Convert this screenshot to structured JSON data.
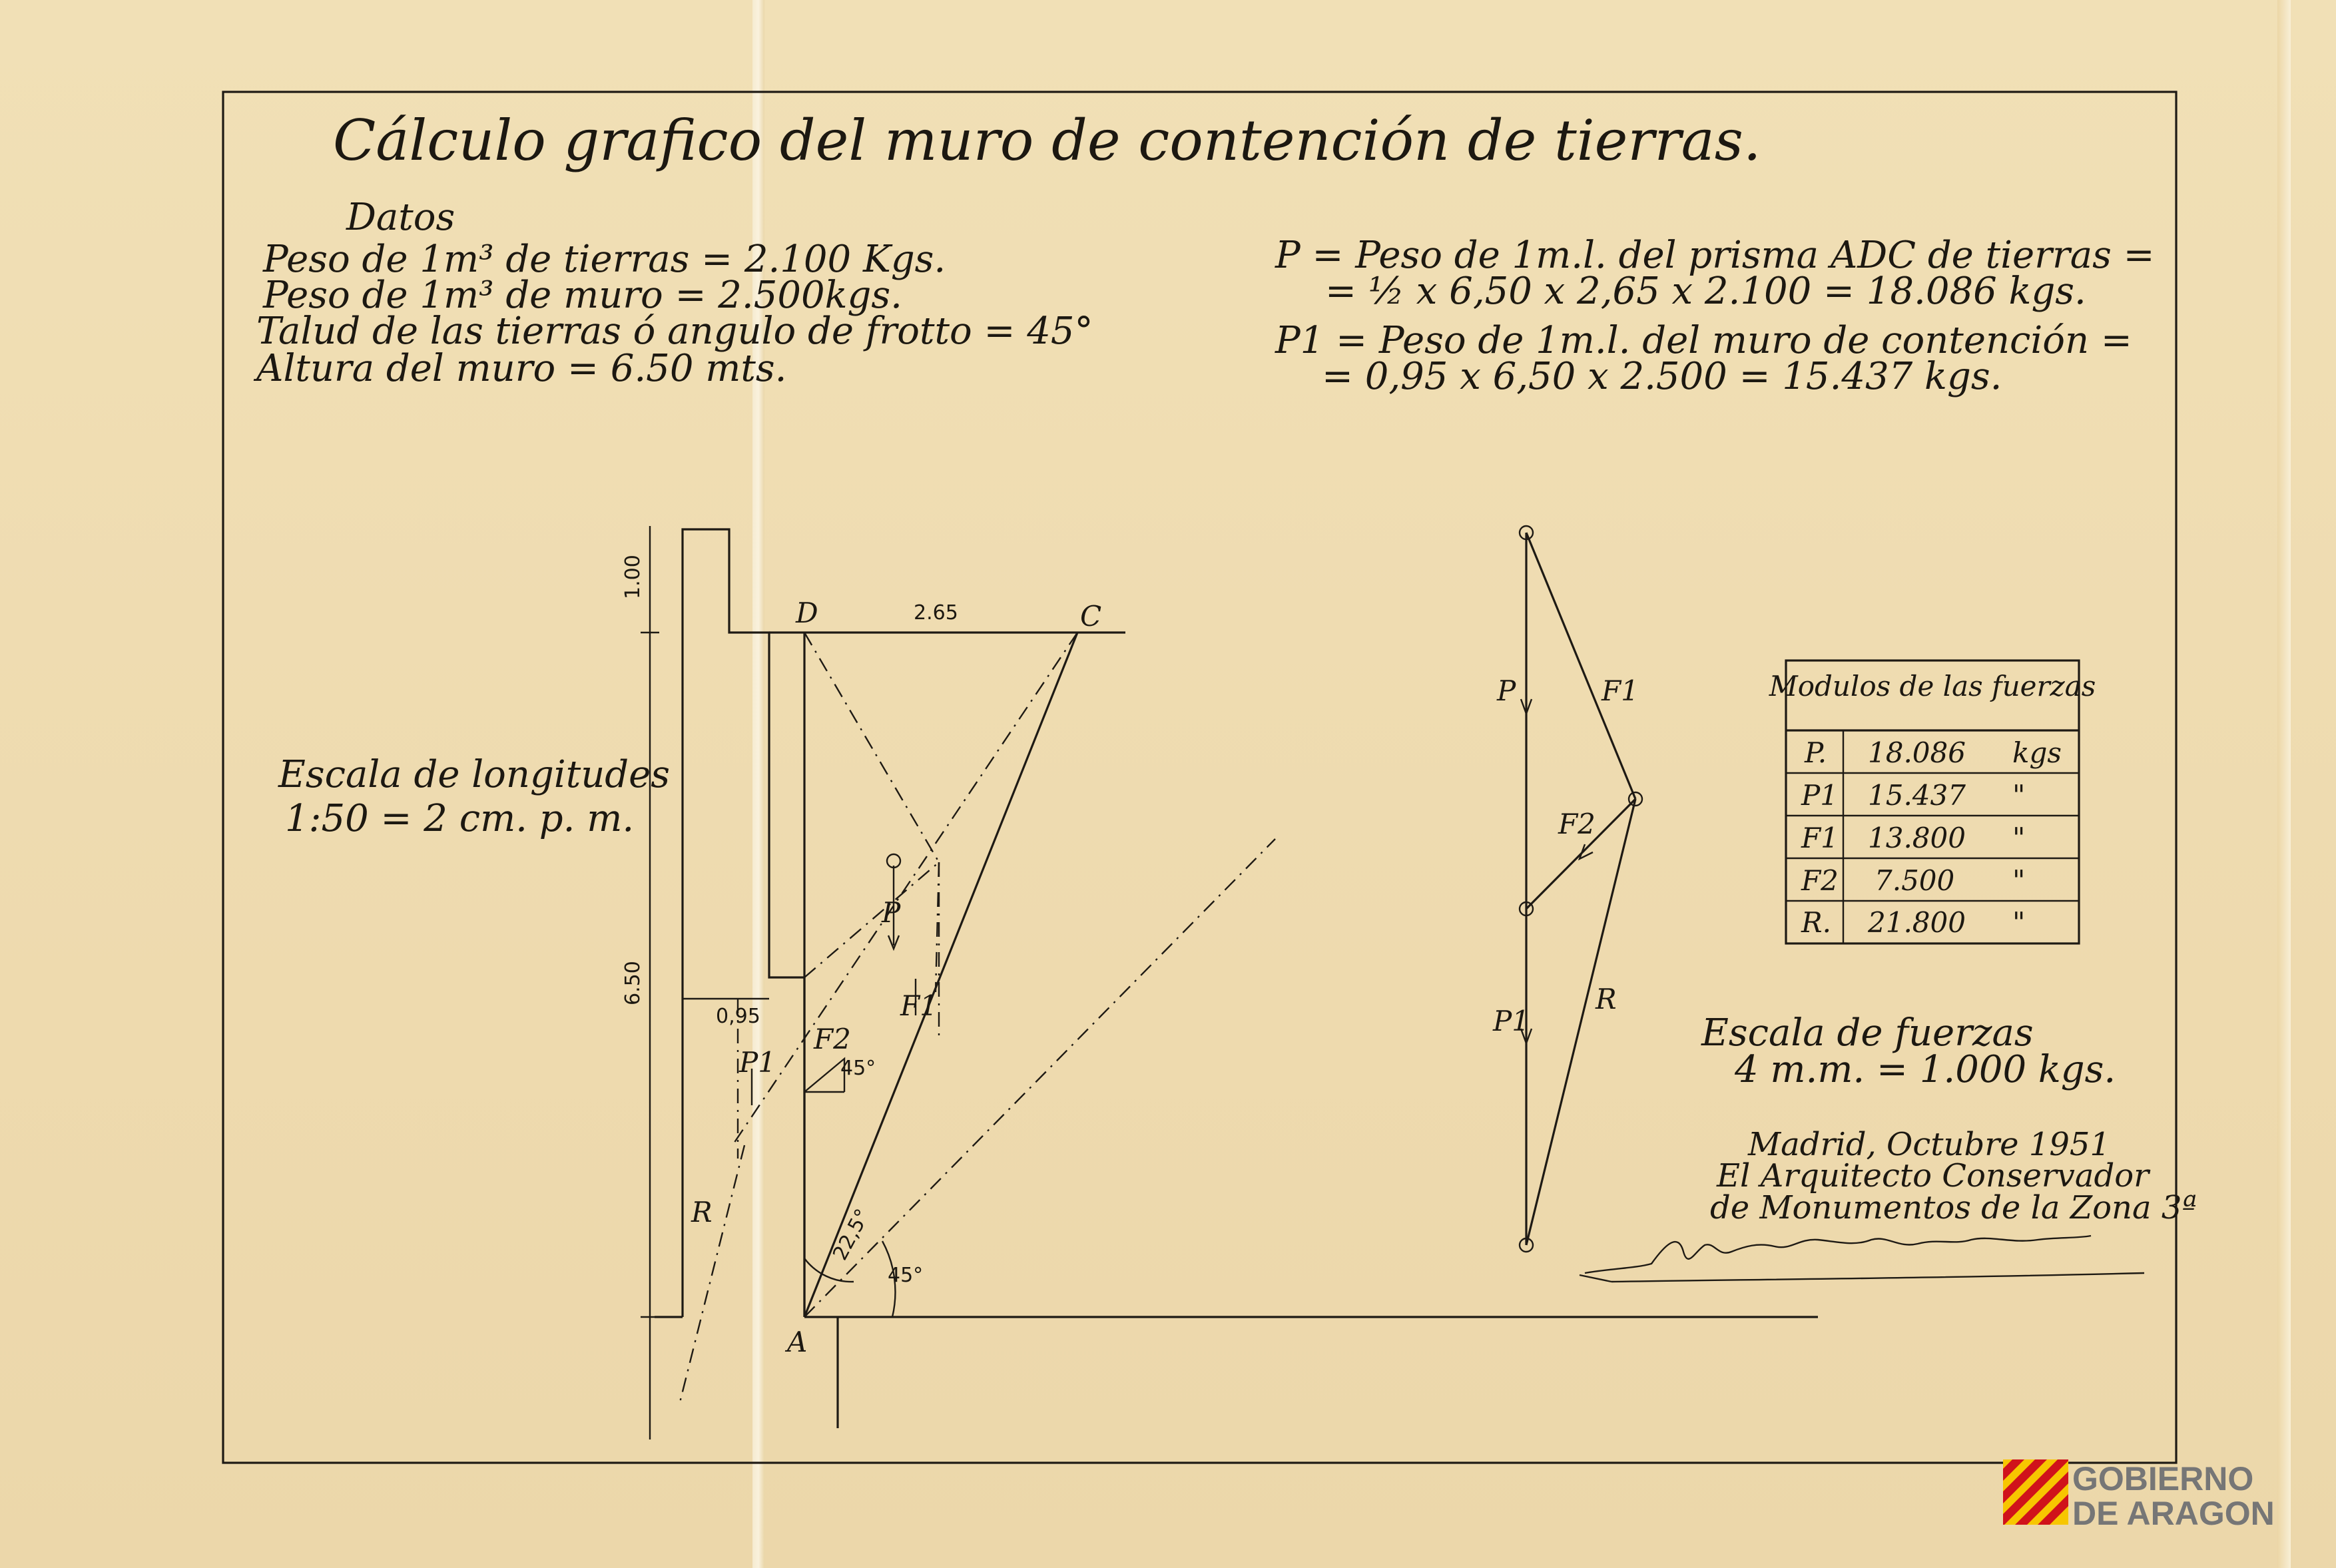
{
  "title": "Cálculo grafico del muro de contención de tierras.",
  "datos": {
    "heading": "Datos",
    "lines": [
      "Peso de 1m³ de tierras = 2.100 Kgs.",
      "Peso de 1m³ de muro = 2.500kgs.",
      "Talud de las tierras ó angulo de frotto = 45°",
      "Altura del muro = 6.50 mts."
    ]
  },
  "formulas": {
    "p_line1": "P = Peso de 1m.l. del prisma ADC de tierras =",
    "p_line2": "= ½ x 6,50 x 2,65 x 2.100 = 18.086 kgs.",
    "p1_line1": "P1 = Peso de 1m.l. del muro de contención =",
    "p1_line2": "= 0,95 x 6,50 x 2.500 = 15.437 kgs."
  },
  "escala_longitudes": {
    "line1": "Escala de longitudes",
    "line2": "1:50 = 2 cm. p. m."
  },
  "wall_diagram": {
    "dim_top": "1.00",
    "dim_height": "6.50",
    "dim_width": "0,95",
    "dim_dc": "2.65",
    "point_d": "D",
    "point_c": "C",
    "point_a": "A",
    "label_p": "P",
    "label_p1": "P1",
    "label_f1": "F1",
    "label_f2": "F2",
    "label_r": "R",
    "angle_small": "45°",
    "angle_half": "22,5°",
    "angle_base": "45°"
  },
  "force_polygon": {
    "label_p": "P",
    "label_f1": "F1",
    "label_f2": "F2",
    "label_p1": "P1",
    "label_r": "R"
  },
  "modulos_table": {
    "header": "Modulos de las fuerzas",
    "rows": [
      {
        "name": "P.",
        "value": "18.086",
        "unit": "kgs"
      },
      {
        "name": "P1",
        "value": "15.437",
        "unit": "\""
      },
      {
        "name": "F1",
        "value": "13.800",
        "unit": "\""
      },
      {
        "name": "F2",
        "value": "7.500",
        "unit": "\""
      },
      {
        "name": "R.",
        "value": "21.800",
        "unit": "\""
      }
    ]
  },
  "escala_fuerzas": {
    "line1": "Escala de fuerzas",
    "line2": "4 m.m. = 1.000 kgs."
  },
  "signature_block": {
    "line1": "Madrid, Octubre 1951",
    "line2": "El Arquitecto Conservador",
    "line3": "de Monumentos de la Zona 3ª"
  },
  "logo": {
    "line1": "GOBIERNO",
    "line2": "DE ARAGON",
    "colors": [
      "#f7c600",
      "#d0121b"
    ]
  }
}
